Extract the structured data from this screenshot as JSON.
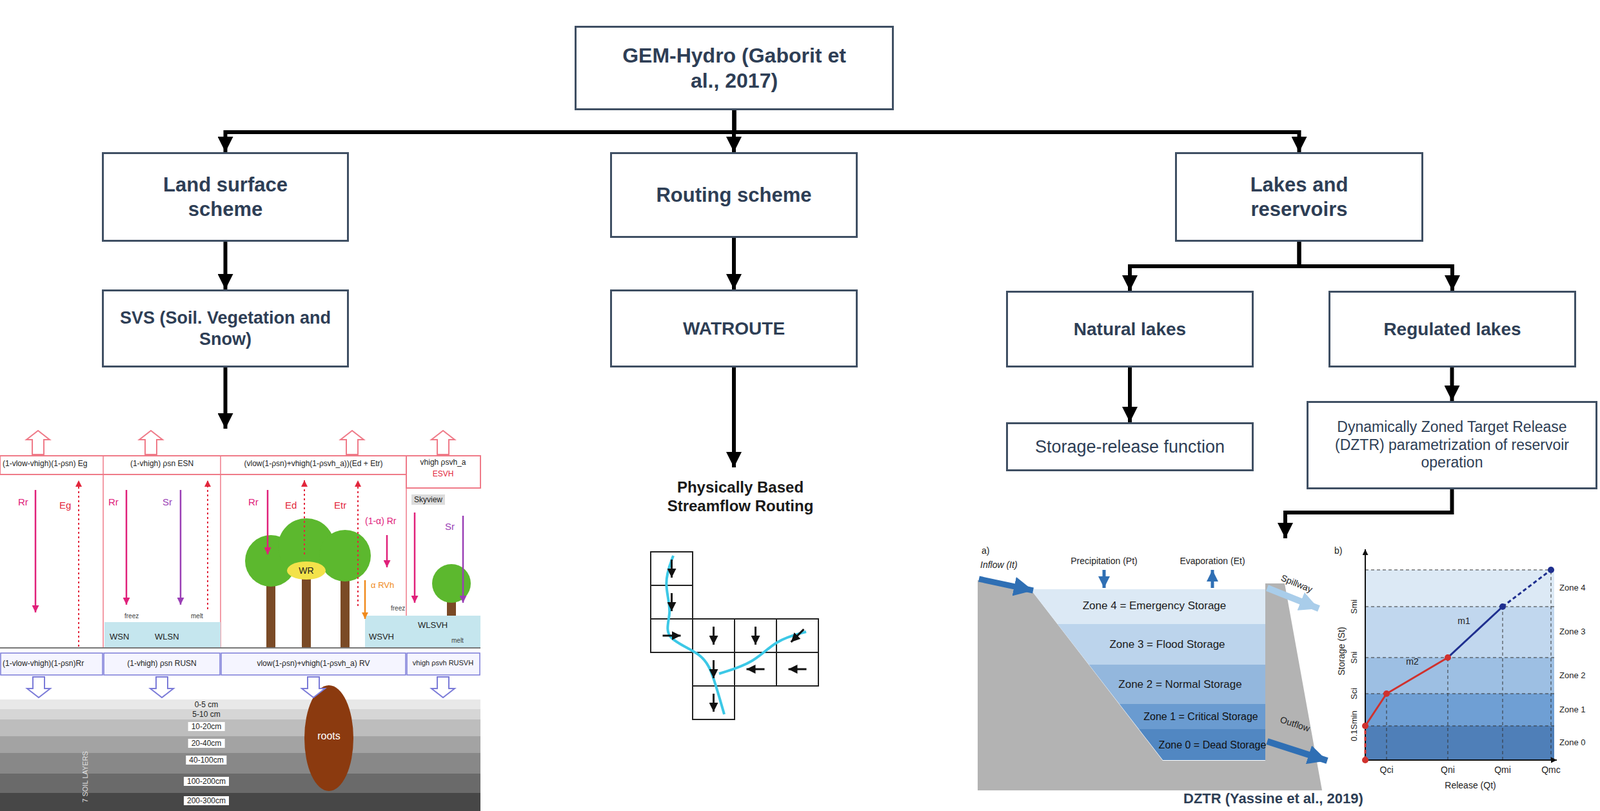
{
  "diagram": {
    "nodes": [
      {
        "text": [
          "GEM-Hydro (Gaborit et al., 2017)"
        ]
      },
      {
        "text": [
          "Land surface scheme"
        ]
      },
      {
        "text": [
          "Routing scheme"
        ]
      },
      {
        "text": [
          "Lakes and reservoirs"
        ]
      },
      {
        "text": [
          "SVS (Soil. Vegetation and Snow)"
        ]
      },
      {
        "text": [
          "WATROUTE"
        ]
      },
      {
        "text": [
          "Natural lakes"
        ]
      },
      {
        "text": [
          "Regulated lakes"
        ]
      },
      {
        "text": [
          "Storage-release function"
        ]
      },
      {
        "text": [
          "Dynamically Zoned Target Release (DZTR) parametrization of reservoir operation"
        ]
      }
    ],
    "edges": [
      {
        "from": 0,
        "to": 1,
        "arrow": "to"
      },
      {
        "from": 0,
        "to": 2,
        "arrow": "to"
      },
      {
        "from": 0,
        "to": 3,
        "arrow": "to"
      },
      {
        "from": 1,
        "to": 4,
        "arrow": "to"
      },
      {
        "from": 2,
        "to": 5,
        "arrow": "to"
      },
      {
        "from": 3,
        "to": 6,
        "arrow": "to"
      },
      {
        "from": 3,
        "to": 7,
        "arrow": "to"
      },
      {
        "from": 6,
        "to": 8,
        "arrow": "to"
      },
      {
        "from": 7,
        "to": 9,
        "arrow": "to"
      }
    ],
    "labels": [
      "(1-vlow-vhigh)(1-ρsn) Eg",
      "(1-vhigh) ρsn ESN",
      "(vlow(1-ρsn)+vhigh(1-ρsvh_a))(Ed + Etr)",
      "vhigh ρsvh_a",
      "ESVH",
      "Rr",
      "Eg",
      "Rr",
      "Sr",
      "Rr",
      "Ed",
      "Etr",
      "(1-α) Rr",
      "Skyview",
      "Sr",
      "WR",
      "α RVh",
      "freez",
      "melt",
      "WSN",
      "WLSN",
      "freez",
      "WSVH",
      "WLSVH",
      "melt",
      "(1-vlow-vhigh)(1-ρsn)Rr",
      "(1-vhigh) ρsn RUSN",
      "vlow(1-ρsn)+vhigh(1-ρsvh_a) RV",
      "vhigh ρsvh RUSVH",
      "0-5 cm",
      "5-10 cm",
      "10-20cm",
      "20-40cm",
      "40-100cm",
      "100-200cm",
      "200-300cm",
      "roots",
      "7 SOIL LAYERS",
      "Physically Based Streamflow Routing",
      "a)",
      "Inflow (It)",
      "Precipitation (Pt)",
      "Evaporation (Et)",
      "Spillway",
      "Zone 4 = Emergency Storage",
      "Zone 3 = Flood Storage",
      "Zone 2 = Normal Storage",
      "Zone 1 = Critical Storage",
      "Zone 0 = Dead Storage",
      "Outflow",
      "b)",
      "Storage (St)",
      "Smi",
      "Sni",
      "Sci",
      "0.1Smin",
      "m2",
      "m1",
      "Zone 4",
      "Zone 3",
      "Zone 2",
      "Zone 1",
      "Zone 0",
      "Qci",
      "Qni",
      "Qmi",
      "Qmc",
      "Release (Qt)",
      "DZTR (Yassine et al., 2019)"
    ]
  }
}
